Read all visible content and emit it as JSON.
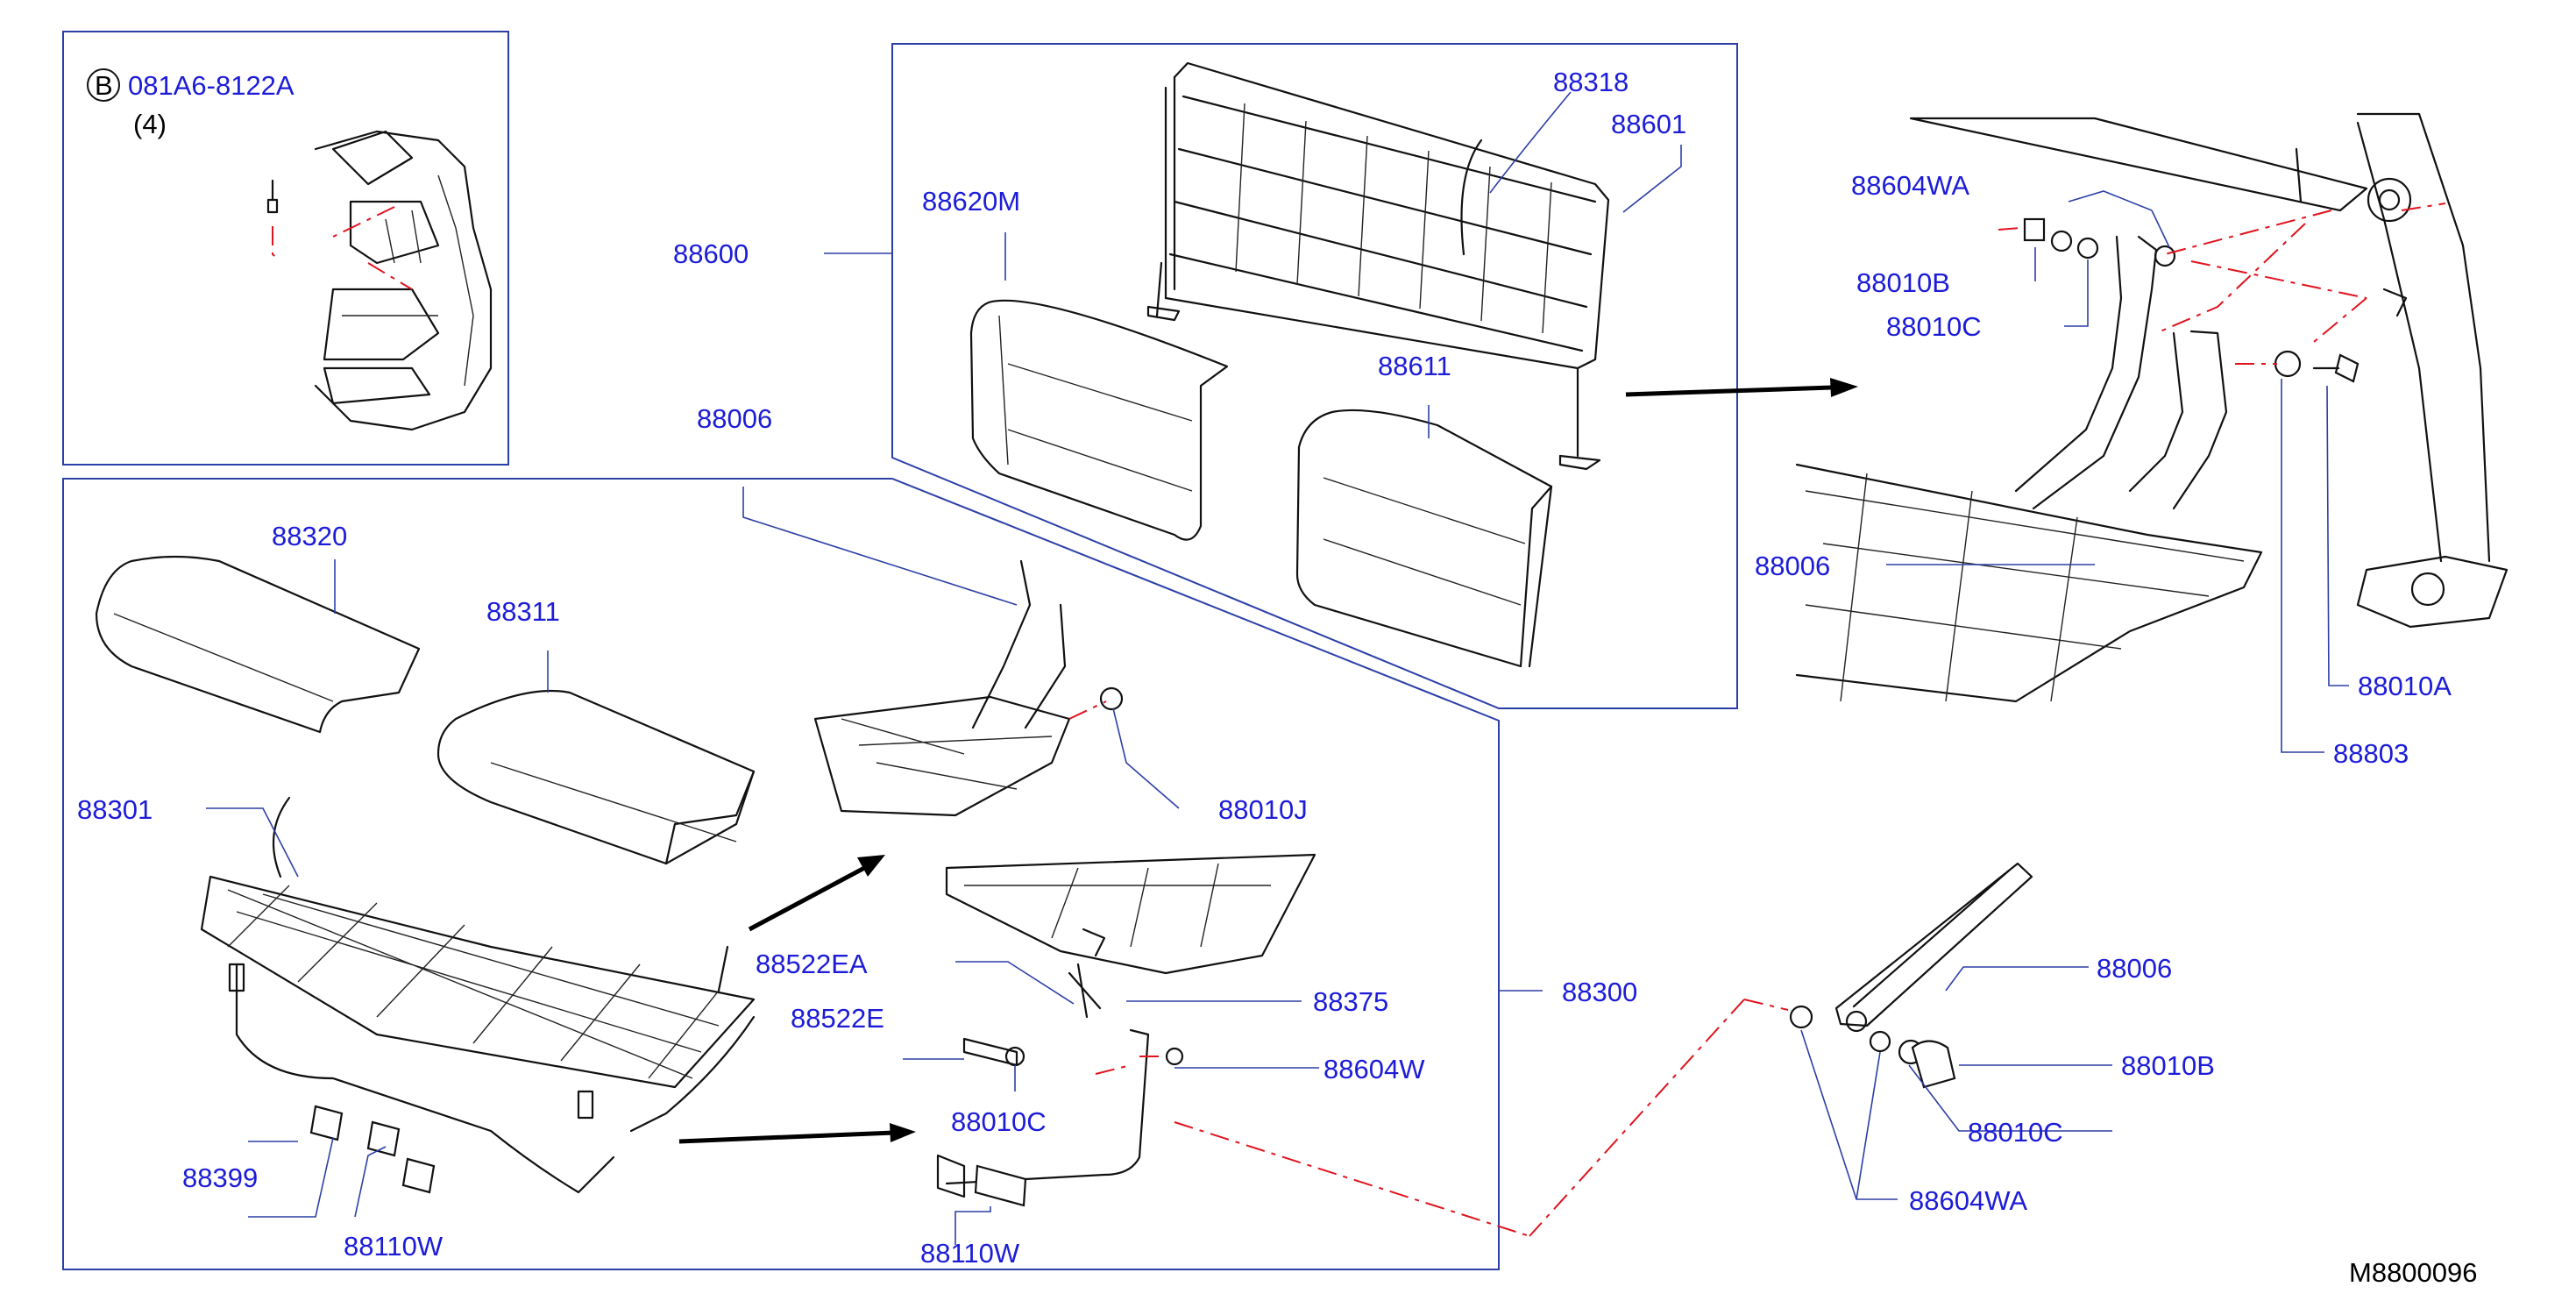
{
  "diagram": {
    "drawing_id": "M8800096",
    "inset": {
      "badge_letter": "B",
      "part_number": "081A6-8122A",
      "quantity": "(4)"
    },
    "labels": {
      "p88600": "88600",
      "p88620M": "88620M",
      "p88318": "88318",
      "p88601": "88601",
      "p88611": "88611",
      "p88006_top": "88006",
      "p88320": "88320",
      "p88311": "88311",
      "p88301": "88301",
      "p88010J": "88010J",
      "p88522EA": "88522EA",
      "p88522E": "88522E",
      "p88375": "88375",
      "p88604W": "88604W",
      "p88010C_mid": "88010C",
      "p88300": "88300",
      "p88399": "88399",
      "p88110W_left": "88110W",
      "p88110W_mid": "88110W",
      "p88604WA_top": "88604WA",
      "p88010B_top": "88010B",
      "p88010C_top": "88010C",
      "p88006_right": "88006",
      "p88010A": "88010A",
      "p88803": "88803",
      "p88006_lower": "88006",
      "p88010B_lower": "88010B",
      "p88010C_lower": "88010C",
      "p88604WA_lower": "88604WA"
    }
  }
}
